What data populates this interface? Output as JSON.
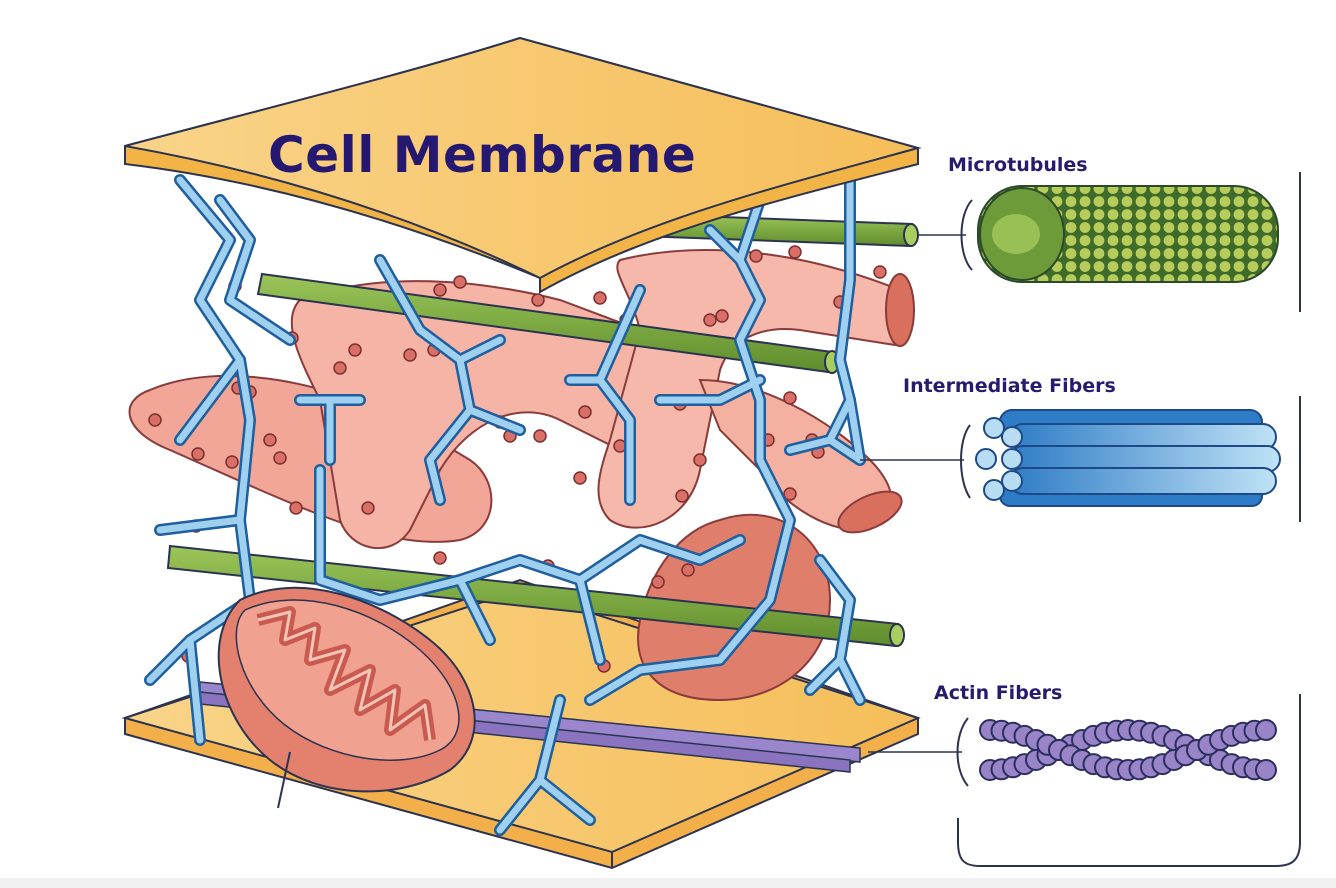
{
  "diagram": {
    "title": "Cell Membrane",
    "labels": {
      "microtubules": "Microtubules",
      "intermediate_fibers": "Intermediate Fibers",
      "actin_fibers": "Actin Fibers"
    },
    "colors": {
      "label_text": "#2a1a6e",
      "membrane": "#f7c25e",
      "membrane_edge": "#f2b347",
      "microtubule_green": "#7aa83c",
      "intermediate_blue": "#3d8fd6",
      "actin_purple": "#8e78c4",
      "er_pink": "#f0a496",
      "ribosome": "#d96f66",
      "mitochondrion": "#e88676",
      "outline": "#2b3350"
    }
  }
}
